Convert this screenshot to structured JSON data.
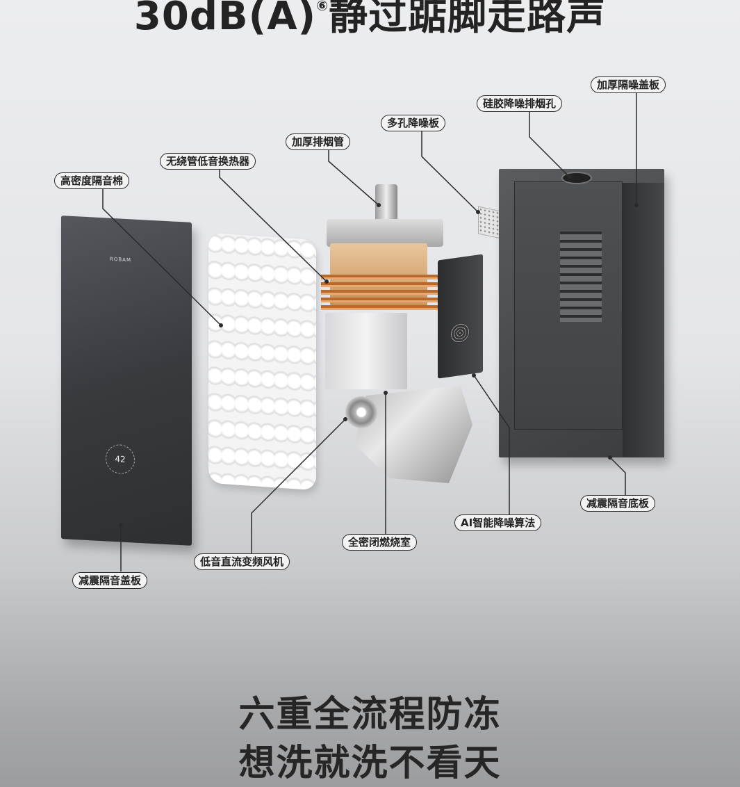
{
  "headline": {
    "text": "30dB(A)",
    "mark": "⑥",
    "suffix": "静过踮脚走路声"
  },
  "product": {
    "brand_logo": "ROBAM",
    "display_value": "42"
  },
  "labels": {
    "top_cover": "加厚隔噪盖板",
    "silicone_flue_hole": "硅胶降噪排烟孔",
    "porous_plate": "多孔降噪板",
    "thick_flue": "加厚排烟管",
    "heat_exchanger": "无绕管低音换热器",
    "cotton": "高密度隔音棉",
    "base_plate": "减震隔音底板",
    "ai_algorithm": "AI智能降噪算法",
    "sealed_chamber": "全密闭燃烧室",
    "dc_fan": "低音直流变频风机",
    "front_cover": "减震隔音盖板"
  },
  "bottom": {
    "line1": "六重全流程防冻",
    "line2": "想洗就洗不看天"
  }
}
